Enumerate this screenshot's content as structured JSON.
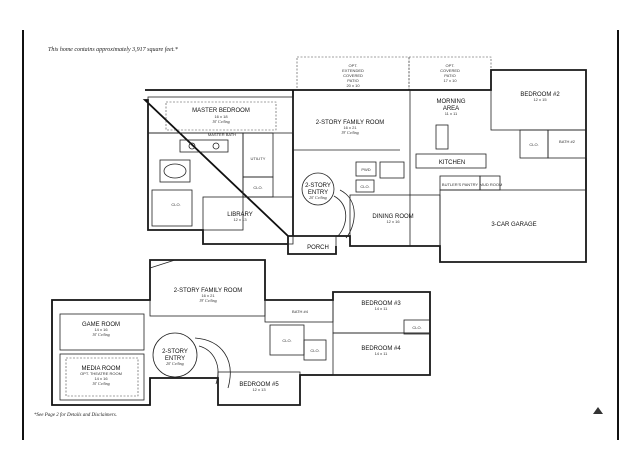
{
  "header_note": "This home contains approximately 3,917 square feet.*",
  "footer_note": "*See Page 2 for Details and Disclaimers.",
  "rooms": {
    "opt_extended_patio": {
      "lines": [
        "OPT.",
        "EXTENDED",
        "COVERED",
        "PATIO"
      ],
      "dims": "20 x 10"
    },
    "opt_covered_patio": {
      "lines": [
        "OPT.",
        "COVERED",
        "PATIO"
      ],
      "dims": "17 x 10"
    },
    "bedroom2": {
      "name": "BEDROOM #2",
      "dims": "12 x 15"
    },
    "master_bedroom": {
      "name": "MASTER BEDROOM",
      "dims": "16 x 18",
      "note": "10' Ceiling"
    },
    "family_room_down": {
      "name": "2-STORY FAMILY ROOM",
      "dims": "16 x 21",
      "note": "19' Ceiling"
    },
    "morning_area": {
      "lines": [
        "MORNING",
        "AREA"
      ],
      "dims": "11 x 11"
    },
    "kitchen": {
      "name": "KITCHEN"
    },
    "bath2": {
      "name": "BATH #2"
    },
    "master_bath": {
      "name": "MASTER BATH"
    },
    "utility": {
      "name": "UTILITY"
    },
    "pwd": {
      "name": "PWD"
    },
    "clo_master": {
      "name": "CLO."
    },
    "clo_lower": {
      "name": "CLO."
    },
    "clo_entry": {
      "name": "CLO."
    },
    "clo_bed2": {
      "name": "CLO."
    },
    "entry_down": {
      "lines": [
        "2-STORY",
        "ENTRY"
      ],
      "note": "20' Ceiling"
    },
    "library": {
      "name": "LIBRARY",
      "dims": "12 x 13"
    },
    "dining_room": {
      "name": "DINING ROOM",
      "dims": "12 x 16"
    },
    "butlers_pantry": {
      "name": "BUTLER'S PANTRY"
    },
    "mud_room": {
      "name": "MUD ROOM"
    },
    "garage": {
      "name": "3-CAR GARAGE"
    },
    "porch": {
      "name": "PORCH"
    },
    "family_room_up": {
      "name": "2-STORY FAMILY ROOM",
      "dims": "16 x 21",
      "note": "19' Ceiling"
    },
    "bedroom3": {
      "name": "BEDROOM #3",
      "dims": "14 x 11"
    },
    "bath4": {
      "name": "BATH #4"
    },
    "game_room": {
      "name": "GAME ROOM",
      "dims": "14 x 16",
      "note": "10' Ceiling"
    },
    "entry_up": {
      "lines": [
        "2-STORY",
        "ENTRY"
      ],
      "note": "20' Ceiling"
    },
    "media_room": {
      "name": "MEDIA ROOM",
      "dims_label": "OPT. THEATRE ROOM",
      "dims": "14 x 16",
      "note": "10' Ceiling"
    },
    "bedroom4": {
      "name": "BEDROOM #4",
      "dims": "14 x 11"
    },
    "bedroom5": {
      "name": "BEDROOM #5",
      "dims": "12 x 13"
    },
    "clo_up1": {
      "name": "CLO."
    },
    "clo_up2": {
      "name": "CLO."
    },
    "clo_up3": {
      "name": "CLO."
    }
  }
}
